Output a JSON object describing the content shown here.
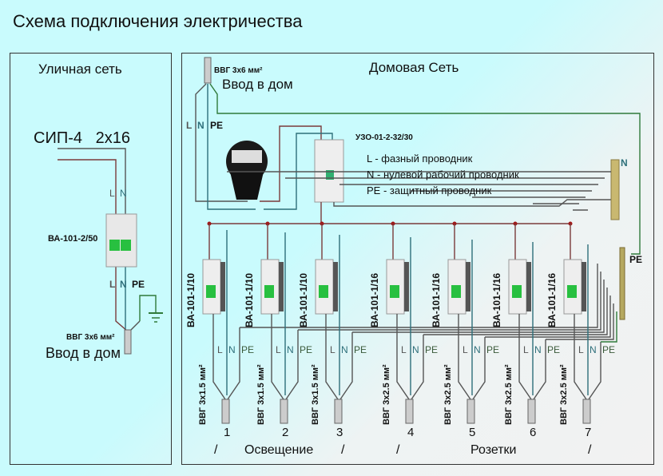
{
  "title": "Схема подключения электричества",
  "street": {
    "heading": "Уличная сеть",
    "cable_in": "СИП-4   2х16",
    "breaker": "ВА-101-2/50",
    "wires": {
      "L": "L",
      "N": "N",
      "PE": "PE"
    },
    "cable_out": "ВВГ 3х6 мм²",
    "cable_out_label": "Ввод в дом"
  },
  "house": {
    "heading": "Домовая Сеть",
    "cable_in": "ВВГ 3х6 мм²",
    "cable_in_label": "Ввод в дом",
    "wires": {
      "L": "L",
      "N": "N",
      "PE": "PE"
    },
    "rcd": "УЗО-01-2-32/30",
    "legend": [
      "L - фазный проводник",
      "N - нулевой рабочий проводник",
      "PE - защитный проводник"
    ],
    "bus_n": "N",
    "bus_pe": "PE",
    "circuits": [
      {
        "number": "1",
        "breaker": "ВА-101-1/10",
        "cable": "ВВГ 3х1.5 мм²"
      },
      {
        "number": "2",
        "breaker": "ВА-101-1/10",
        "cable": "ВВГ 3х1.5 мм²"
      },
      {
        "number": "3",
        "breaker": "ВА-101-1/10",
        "cable": "ВВГ 3х1.5 мм²"
      },
      {
        "number": "4",
        "breaker": "ВА-101-1/16",
        "cable": "ВВГ 3х2.5 мм²"
      },
      {
        "number": "5",
        "breaker": "ВА-101-1/16",
        "cable": "ВВГ 3х2.5 мм²"
      },
      {
        "number": "6",
        "breaker": "ВА-101-1/16",
        "cable": "ВВГ 3х2.5 мм²"
      },
      {
        "number": "7",
        "breaker": "ВА-101-1/16",
        "cable": "ВВГ 3х2.5 мм²"
      }
    ],
    "groups": [
      {
        "label": "Освещение",
        "slash": "/"
      },
      {
        "label": "Розетки",
        "slash": "/"
      }
    ]
  },
  "colors": {
    "phase": "#7a3b3b",
    "neutral": "#2e6f7a",
    "earth": "#2f7a3a",
    "wire": "#555555",
    "breaker_green": "#28c040"
  }
}
